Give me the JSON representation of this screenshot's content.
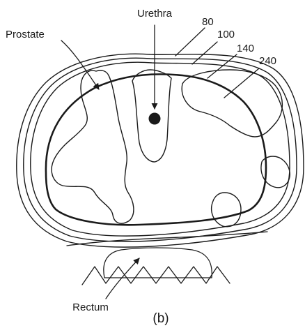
{
  "labels": {
    "urethra": "Urethra",
    "prostate": "Prostate",
    "rectum": "Rectum",
    "caption": "(b)"
  },
  "isodose_levels": [
    "80",
    "100",
    "140",
    "240"
  ],
  "colors": {
    "ink": "#1a1a1a",
    "background": "#ffffff"
  }
}
